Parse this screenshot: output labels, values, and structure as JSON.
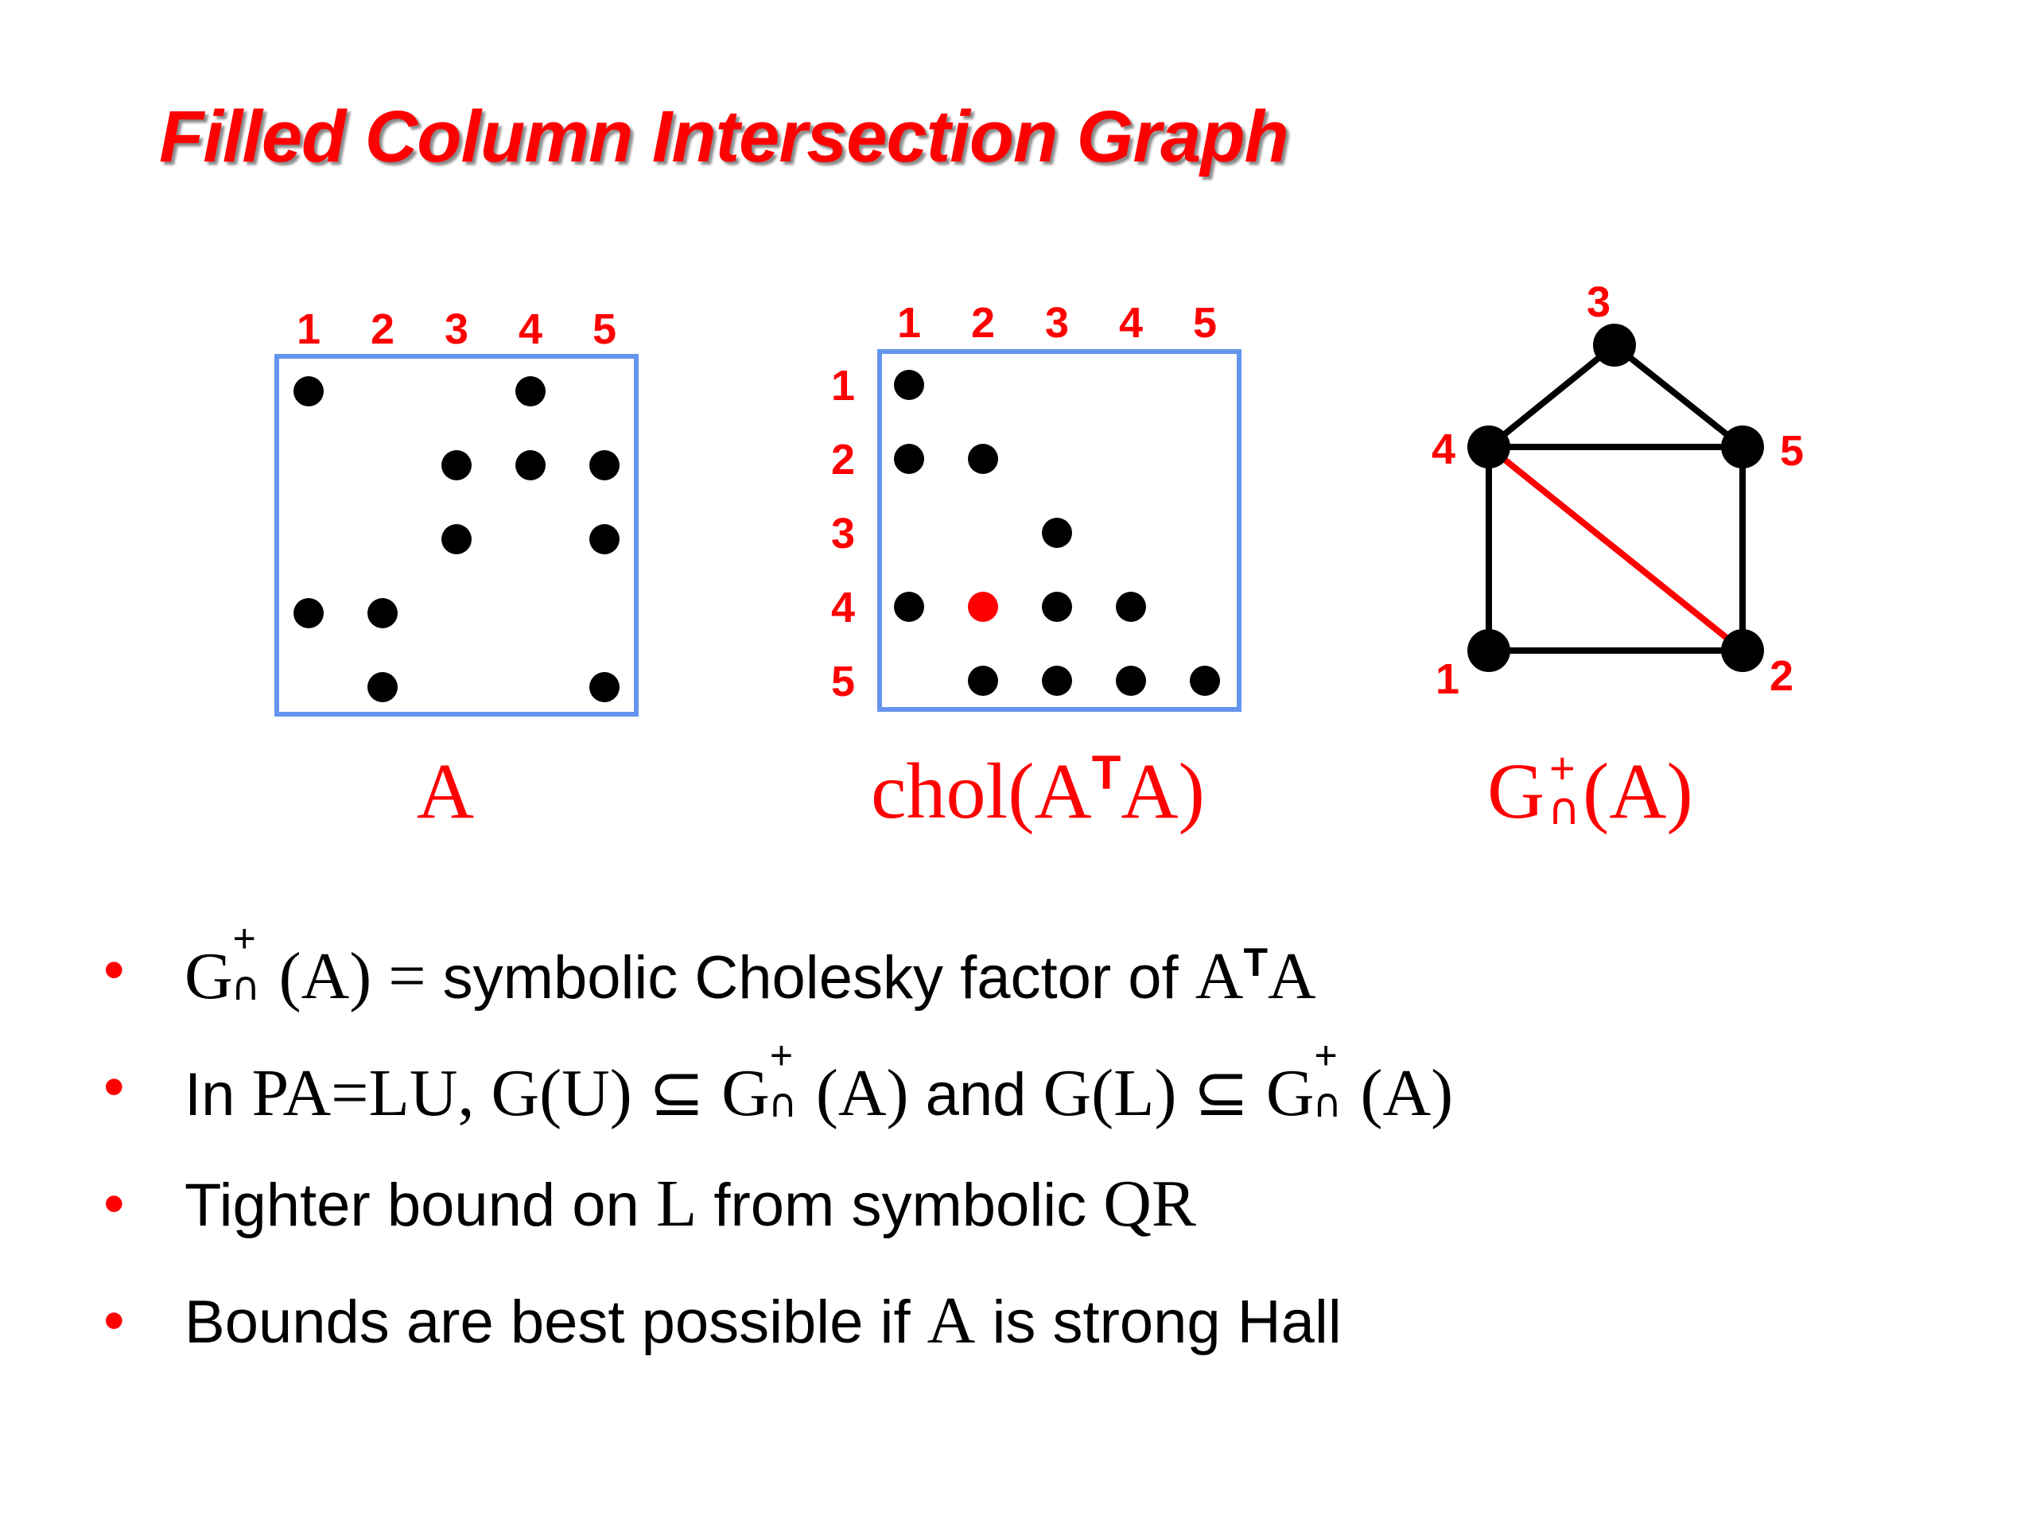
{
  "title": "Filled Column Intersection Graph",
  "matrix_a": {
    "col_labels": [
      "1",
      "2",
      "3",
      "4",
      "5"
    ],
    "nonzeros": [
      [
        1,
        1
      ],
      [
        1,
        4
      ],
      [
        2,
        3
      ],
      [
        2,
        4
      ],
      [
        2,
        5
      ],
      [
        3,
        3
      ],
      [
        3,
        5
      ],
      [
        4,
        1
      ],
      [
        4,
        2
      ],
      [
        5,
        2
      ],
      [
        5,
        5
      ]
    ],
    "caption": "A"
  },
  "matrix_chol": {
    "col_labels": [
      "1",
      "2",
      "3",
      "4",
      "5"
    ],
    "row_labels": [
      "1",
      "2",
      "3",
      "4",
      "5"
    ],
    "nonzeros": [
      [
        1,
        1
      ],
      [
        2,
        1
      ],
      [
        2,
        2
      ],
      [
        3,
        3
      ],
      [
        4,
        1
      ],
      [
        4,
        3
      ],
      [
        4,
        4
      ],
      [
        5,
        2
      ],
      [
        5,
        3
      ],
      [
        5,
        4
      ],
      [
        5,
        5
      ]
    ],
    "fill_nonzeros": [
      [
        4,
        2
      ]
    ],
    "caption_prefix": "chol(A",
    "caption_sup": "T",
    "caption_suffix": "A)"
  },
  "graph": {
    "node_labels": {
      "n1": "1",
      "n2": "2",
      "n3": "3",
      "n4": "4",
      "n5": "5"
    },
    "edges": [
      [
        "4",
        "3"
      ],
      [
        "3",
        "5"
      ],
      [
        "4",
        "5"
      ],
      [
        "4",
        "1"
      ],
      [
        "5",
        "2"
      ],
      [
        "1",
        "2"
      ]
    ],
    "fill_edges": [
      [
        "4",
        "2"
      ]
    ],
    "caption_g": "G",
    "caption_sup": "+",
    "caption_sub": "∩",
    "caption_arg": "(A)"
  },
  "colors": {
    "accent": "#ff0000",
    "box": "#6495ed",
    "node": "#000000"
  },
  "bullets": {
    "symbol": "•",
    "b1": {
      "g": "G",
      "plus": "+",
      "cap": "∩",
      "arg": "(A) = ",
      "t1": "symbolic Cholesky factor of ",
      "at": "A",
      "t": "T",
      "a": "A"
    },
    "b2": {
      "t0": "In ",
      "m0": "PA=LU, G(U) ⊆ ",
      "g": "G",
      "plus": "+",
      "cap": "∩",
      "arg": "(A)",
      "t1": "  and ",
      "m1": "G(L) ⊆ ",
      "g2": "G",
      "arg2": "(A)"
    },
    "b3": {
      "t0": "Tighter bound on ",
      "m0": "L",
      "t1": " from symbolic ",
      "m1": "QR"
    },
    "b4": {
      "t0": "Bounds are best possible if ",
      "m0": "A",
      "t1": " is strong Hall"
    }
  }
}
